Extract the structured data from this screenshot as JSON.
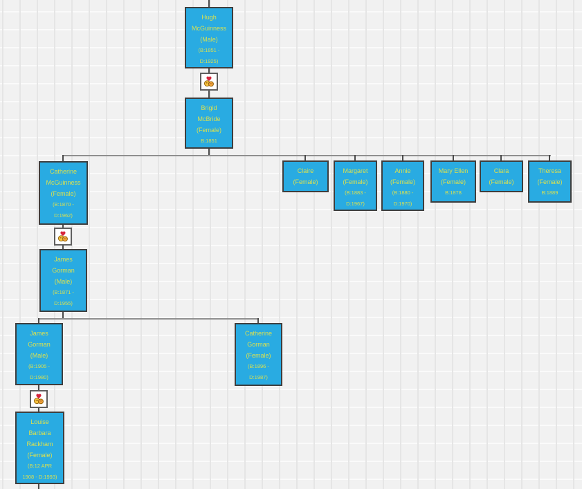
{
  "tree": {
    "persons": [
      {
        "id": "hugh-mcguinness",
        "lines": [
          "Hugh",
          "McGuinness",
          "(Male)",
          "(B:1851 -",
          "D:1925)"
        ]
      },
      {
        "id": "brigid-mcbride",
        "lines": [
          "Brigid",
          "McBride",
          "(Female)",
          "B:1851"
        ]
      },
      {
        "id": "catherine-mcguinness",
        "lines": [
          "Catherine",
          "McGuinness",
          "(Female)",
          "(B:1870 -",
          "D:1962)"
        ]
      },
      {
        "id": "claire",
        "lines": [
          "Claire",
          "(Female)"
        ]
      },
      {
        "id": "margaret",
        "lines": [
          "Margaret",
          "(Female)",
          "(B:1883 -",
          "D:1967)"
        ]
      },
      {
        "id": "annie",
        "lines": [
          "Annie",
          "(Female)",
          "(B:1880 -",
          "D:1970)"
        ]
      },
      {
        "id": "mary-ellen",
        "lines": [
          "Mary Ellen",
          "(Female)",
          "B:1878"
        ]
      },
      {
        "id": "clara",
        "lines": [
          "Clara",
          "(Female)"
        ]
      },
      {
        "id": "theresa",
        "lines": [
          "Theresa",
          "(Female)",
          "B:1889"
        ]
      },
      {
        "id": "james-gorman-sr",
        "lines": [
          "James",
          "Gorman",
          "(Male)",
          "(B:1871 -",
          "D:1955)"
        ]
      },
      {
        "id": "james-gorman-jr",
        "lines": [
          "James",
          "Gorman",
          "(Male)",
          "(B:1905 -",
          "D:1980)"
        ]
      },
      {
        "id": "catherine-gorman",
        "lines": [
          "Catherine",
          "Gorman",
          "(Female)",
          "(B:1896 -",
          "D:1987)"
        ]
      },
      {
        "id": "louise-barbara-rackham",
        "lines": [
          "Louise",
          "Barbara",
          "Rackham",
          "(Female)",
          "(B:12 APR",
          "1908 - D:1993)"
        ]
      }
    ]
  },
  "colors": {
    "node_fill": "#29ABE2",
    "node_border": "#3E3E3E",
    "node_text": "#D9E051",
    "connector_horizontal": "#8F8F8F",
    "connector_vertical": "#4A4A4A",
    "canvas_background": "#F1F1F1",
    "marriage_icon_heart": "#D7263D",
    "marriage_icon_faces": "#F5B63F"
  }
}
